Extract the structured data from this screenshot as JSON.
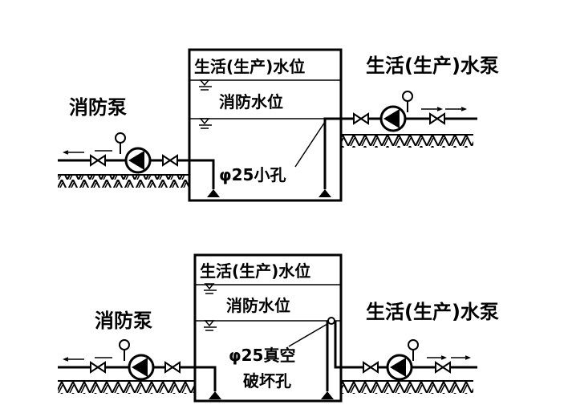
{
  "top": {
    "fire_pump": "消防泵",
    "domestic_pump": "生活(生产)水泵",
    "domestic_level": "生活(生产)水位",
    "fire_level": "消防水位",
    "hole": "φ25小孔"
  },
  "bottom": {
    "fire_pump": "消防泵",
    "domestic_pump": "生活(生产)水泵",
    "domestic_level": "生活(生产)水位",
    "fire_level": "消防水位",
    "hole_line1": "φ25真空",
    "hole_line2": "破坏孔"
  }
}
